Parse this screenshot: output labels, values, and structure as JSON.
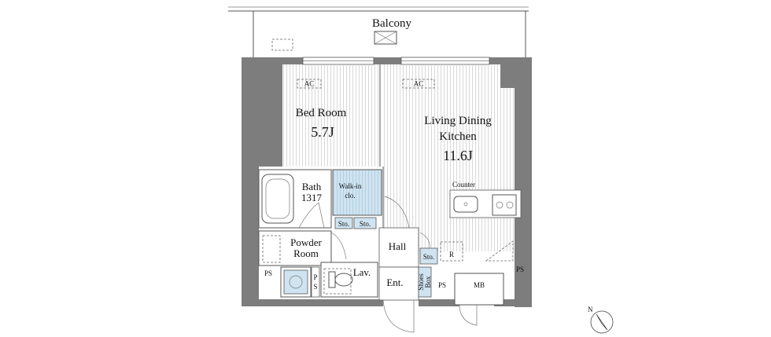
{
  "rooms": {
    "balcony": "Balcony",
    "bedroom_name": "Bed Room",
    "bedroom_size": "5.7J",
    "ldk_line1": "Living Dining",
    "ldk_line2": "Kitchen",
    "ldk_size": "11.6J",
    "bath_name": "Bath",
    "bath_size": "1317",
    "walkin_line1": "Walk-in",
    "walkin_line2": "clo.",
    "powder_line1": "Powder",
    "powder_line2": "Room",
    "hall": "Hall",
    "lav": "Lav.",
    "ent": "Ent.",
    "mb": "MB"
  },
  "labels": {
    "ac": "AC",
    "counter": "Counter",
    "sto": "Sto.",
    "shoes_line1": "Shoes",
    "shoes_line2": "Box",
    "ps": "PS",
    "p": "P",
    "s": "S",
    "r": "R",
    "north": "N"
  },
  "colors": {
    "wall": "#7d7d7d",
    "storage_fill": "#cfe3f0",
    "floor_hatch": "#c8c8c8"
  },
  "icons": [
    "north-arrow-icon",
    "washing-machine-icon",
    "toilet-icon",
    "bathtub-icon",
    "sink-icon",
    "stove-icon"
  ]
}
